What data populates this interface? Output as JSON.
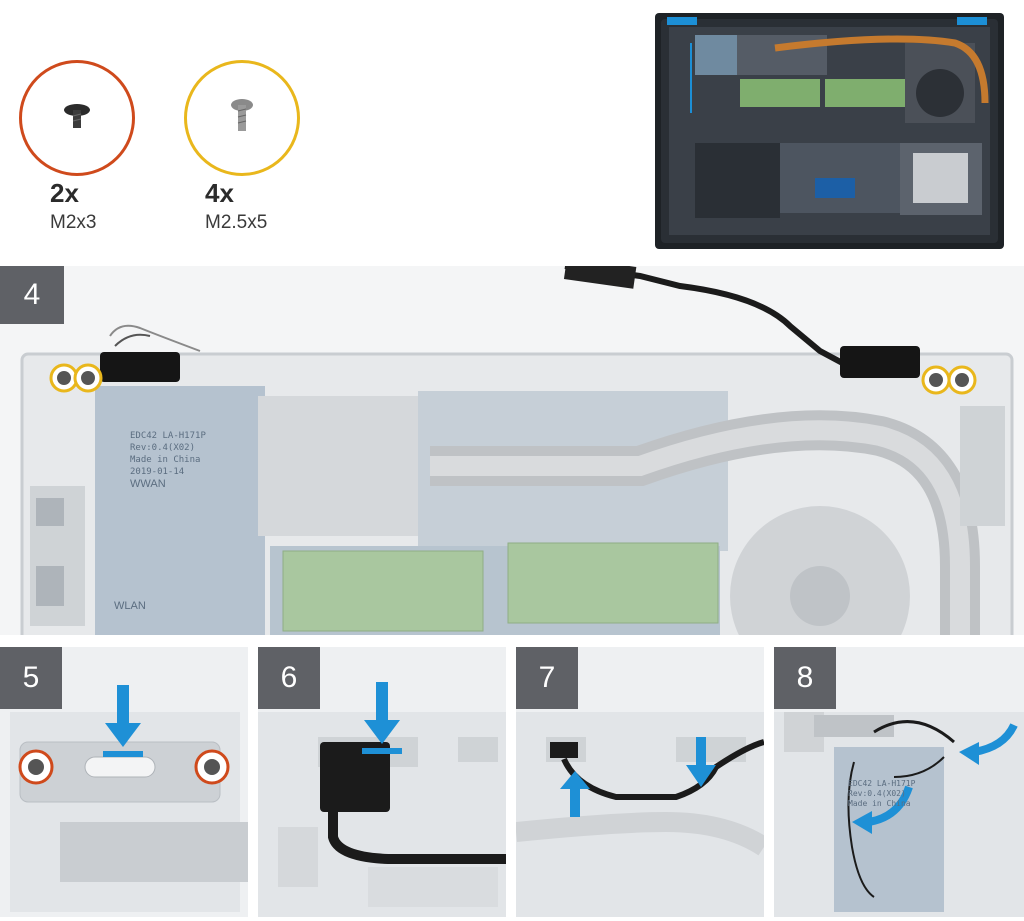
{
  "screws": [
    {
      "quantity": "2x",
      "size": "M2x3",
      "ring_color": "#cf4a1c"
    },
    {
      "quantity": "4x",
      "size": "M2.5x5",
      "ring_color": "#e9b71c"
    }
  ],
  "steps": [
    {
      "number": "4"
    },
    {
      "number": "5"
    },
    {
      "number": "6"
    },
    {
      "number": "7"
    },
    {
      "number": "8"
    }
  ],
  "board_labels": {
    "pcb_text": "EDC42 LA-H171P\nRev:0.4(X02)\nMade in China\n2019-01-14",
    "wwan": "WWAN",
    "wlan": "WLAN",
    "step8_text": "EDC42 LA-H171P\nRev:0.4(X02)\nMade in China"
  },
  "colors": {
    "callout_blue": "#1e90d6",
    "badge_gray": "#5f6166",
    "highlight_orange": "#cf4a1c",
    "highlight_yellow": "#e9b71c"
  }
}
